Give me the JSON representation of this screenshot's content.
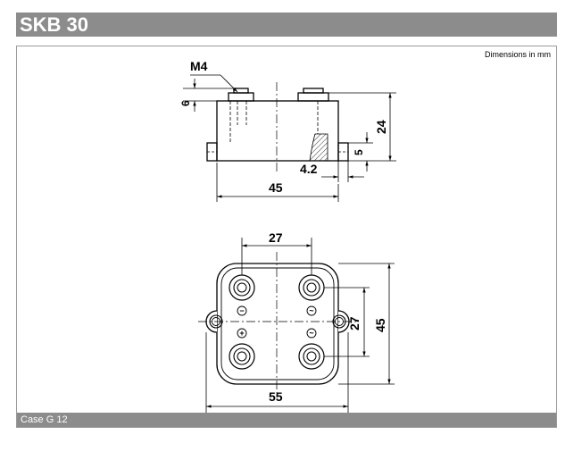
{
  "header": {
    "title": "SKB 30"
  },
  "note": "Dimensions in mm",
  "footer": {
    "case": "Case G 12"
  },
  "side_view": {
    "thread": "M4",
    "dims": {
      "stud": "6",
      "height": "24",
      "base": "5",
      "hole": "4.2",
      "width": "45"
    }
  },
  "top_view": {
    "dims": {
      "pitch": "27",
      "length": "55",
      "inner": "27",
      "outer": "45"
    },
    "terminals": {
      "minus": "−",
      "plus": "+",
      "ac1": "~",
      "ac2": "~"
    }
  },
  "colors": {
    "bar": "#8c8c8c",
    "line": "#000000",
    "frame": "#9a9a9a"
  }
}
